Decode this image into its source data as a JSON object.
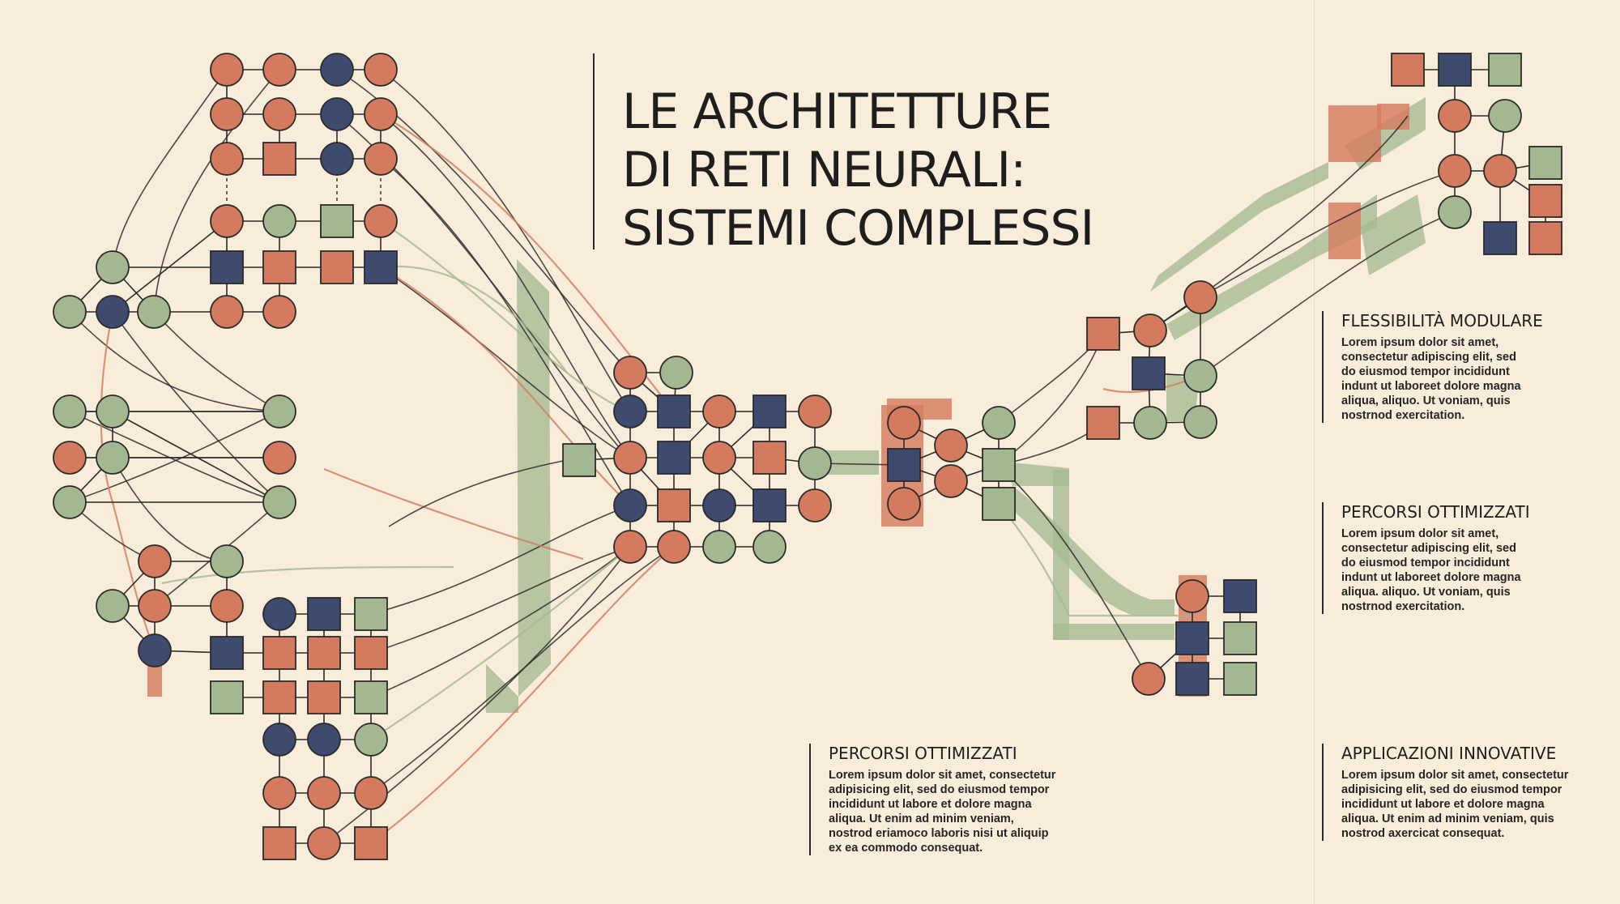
{
  "title": {
    "lines": [
      "LE ARCHITETTURE",
      "DI RETI NEURALI:",
      "SISTEMI COMPLESSI"
    ]
  },
  "sections": {
    "flessibilita": {
      "heading": "FLESSIBILITÀ MODULARE",
      "body": "Lorem ipsum dolor sit amet,\nconsectetur adipiscing elit, sed\ndo eiusmod tempor incididunt\nindunt ut laboreet dolore magna\naliqua, aliquo. Ut voniam, quis\nnostrnod exercitation."
    },
    "percorsi_right": {
      "heading": "PERCORSI OTTIMIZZATI",
      "body": "Lorem ipsum dolor sit amet,\nconsectetur adipiscing elit, sed\ndo eiusmod tempor incididunt\nindunt ut laboreet dolore magna\naliqua. aliquo. Ut voniam, quis\nnostrnod exercitation."
    },
    "percorsi_bottom": {
      "heading": "PERCORSI OTTIMIZZATI",
      "body": "Lorem ipsum dolor sit amet, consectetur\nadipisicing elit, sed do eiusmod tempor\nincididunt ut labore et dolore magna\naliqua. Ut enim ad minim veniam,\nnostrod eriamoco laboris nisi ut aliquip\nex ea commodo consequat."
    },
    "applicazioni": {
      "heading": "APPLICAZIONI INNOVATIVE",
      "body": "Lorem ipsum dolor sit amet, consectetur\nadipisicing elit, sed do eiusmod tempor\nincididunt ut labore et dolore magna\naliqua. Ut enim ad minim veniam, quis\nnostrod axercicat consequat."
    }
  },
  "colors": {
    "background": "#f8ecda",
    "terracotta": "#d47a5e",
    "navy": "#3e4a6e",
    "sage": "#a3b890",
    "ink": "#2b2b2b"
  }
}
